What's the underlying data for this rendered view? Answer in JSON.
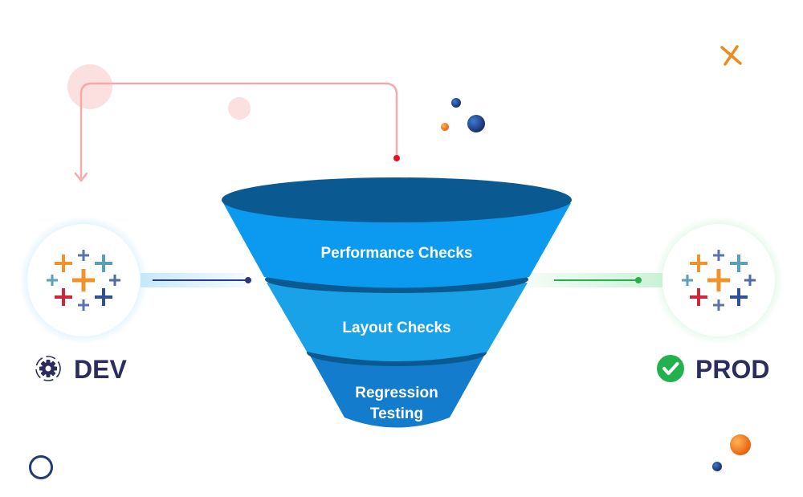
{
  "funnel": {
    "stages": [
      {
        "line1": "Performance Checks",
        "line2": ""
      },
      {
        "line1": "Layout Checks",
        "line2": ""
      },
      {
        "line1": "Regression",
        "line2": "Testing"
      }
    ]
  },
  "environments": {
    "source": {
      "label": "DEV",
      "icon": "gear-icon"
    },
    "target": {
      "label": "PROD",
      "icon": "check-circle-icon"
    }
  },
  "logo": {
    "name": "tableau-logo-icon"
  },
  "colors": {
    "funnel_top": "#0a5a91",
    "stage1": "#0b9af0",
    "stage2": "#1aa2e8",
    "stage3": "#147ccc",
    "label_dark": "#2b2d5e",
    "accent_green": "#22b14c",
    "feedback_arrow": "#f6a9a9",
    "logo_orange": "#f0932b",
    "logo_blue": "#4e6aa8",
    "logo_teal": "#5aa0b6",
    "logo_red": "#d0263a"
  }
}
